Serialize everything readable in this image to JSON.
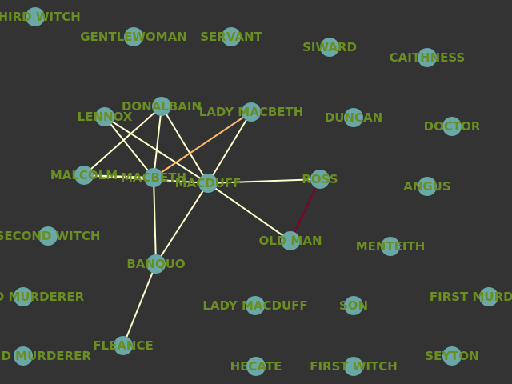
{
  "graph": {
    "colors": {
      "background": "#333333",
      "node": "#6aa8a8",
      "label": "#6b8e23"
    },
    "nodes": [
      {
        "id": "third-witch",
        "label": "THIRD WITCH"
      },
      {
        "id": "gentlewoman",
        "label": "GENTLEWOMAN"
      },
      {
        "id": "servant",
        "label": "SERVANT"
      },
      {
        "id": "siward",
        "label": "SIWARD"
      },
      {
        "id": "caithness",
        "label": "CAITHNESS"
      },
      {
        "id": "donalbain",
        "label": "DONALBAIN"
      },
      {
        "id": "lennox",
        "label": "LENNOX"
      },
      {
        "id": "lady-macbeth",
        "label": "LADY MACBETH"
      },
      {
        "id": "duncan",
        "label": "DUNCAN"
      },
      {
        "id": "doctor",
        "label": "DOCTOR"
      },
      {
        "id": "malcolm",
        "label": "MALCOLM"
      },
      {
        "id": "macbeth",
        "label": "MACBETH"
      },
      {
        "id": "macduff",
        "label": "MACDUFF"
      },
      {
        "id": "ross",
        "label": "ROSS"
      },
      {
        "id": "angus",
        "label": "ANGUS"
      },
      {
        "id": "second-witch",
        "label": "SECOND WITCH"
      },
      {
        "id": "old-man",
        "label": "OLD MAN"
      },
      {
        "id": "menteith",
        "label": "MENTEITH"
      },
      {
        "id": "banquo",
        "label": "BANQUO"
      },
      {
        "id": "third-murderer",
        "label": "THIRD MURDERER"
      },
      {
        "id": "lady-macduff",
        "label": "LADY MACDUFF"
      },
      {
        "id": "son",
        "label": "SON"
      },
      {
        "id": "first-murderer",
        "label": "FIRST MURDERER"
      },
      {
        "id": "second-murderer",
        "label": "SECOND MURDERER"
      },
      {
        "id": "fleance",
        "label": "FLEANCE"
      },
      {
        "id": "hecate",
        "label": "HECATE"
      },
      {
        "id": "first-witch",
        "label": "FIRST WITCH"
      },
      {
        "id": "seyton",
        "label": "SEYTON"
      }
    ],
    "edges": [
      {
        "source": "lennox",
        "target": "macbeth",
        "color": "#ffffcc"
      },
      {
        "source": "lennox",
        "target": "macduff",
        "color": "#ffffcc"
      },
      {
        "source": "donalbain",
        "target": "malcolm",
        "color": "#ffffcc"
      },
      {
        "source": "donalbain",
        "target": "macbeth",
        "color": "#ffffcc"
      },
      {
        "source": "donalbain",
        "target": "macduff",
        "color": "#ffffcc"
      },
      {
        "source": "lady-macbeth",
        "target": "macbeth",
        "color": "#fdbf6f"
      },
      {
        "source": "lady-macbeth",
        "target": "macduff",
        "color": "#ffffcc"
      },
      {
        "source": "malcolm",
        "target": "macbeth",
        "color": "#ffffcc"
      },
      {
        "source": "malcolm",
        "target": "macduff",
        "color": "#ffffcc"
      },
      {
        "source": "macbeth",
        "target": "banquo",
        "color": "#ffffcc"
      },
      {
        "source": "macduff",
        "target": "ross",
        "color": "#ffffcc"
      },
      {
        "source": "macduff",
        "target": "old-man",
        "color": "#ffffcc"
      },
      {
        "source": "macduff",
        "target": "banquo",
        "color": "#ffffcc"
      },
      {
        "source": "ross",
        "target": "old-man",
        "color": "#800026"
      },
      {
        "source": "banquo",
        "target": "fleance",
        "color": "#ffffcc"
      }
    ]
  }
}
